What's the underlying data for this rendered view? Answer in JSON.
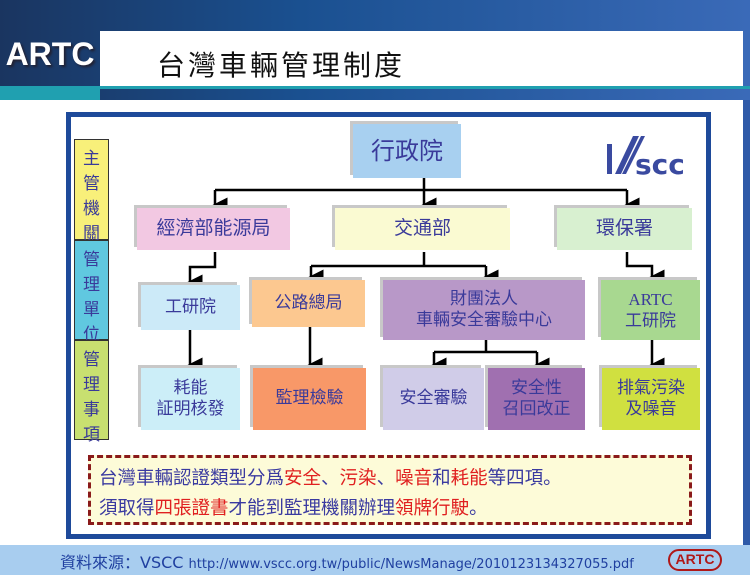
{
  "header": {
    "logo": "ARTC",
    "title": "台灣車輛管理制度"
  },
  "side_labels": [
    {
      "chars": [
        "主",
        "管",
        "機",
        "關"
      ],
      "color": "#f8f07a"
    },
    {
      "chars": [
        "管",
        "理",
        "單",
        "位"
      ],
      "color": "#60c8e0"
    },
    {
      "chars": [
        "管",
        "理",
        "事",
        "項"
      ],
      "color": "#c8e070"
    }
  ],
  "vscc_logo": "VSCC",
  "nodes": {
    "executive": {
      "lines": [
        "行政院"
      ],
      "color": "#a8d0f0"
    },
    "moea": {
      "lines": [
        "經濟部能源局"
      ],
      "color": "#f2c8e2"
    },
    "motc": {
      "lines": [
        "交通部"
      ],
      "color": "#fafad2"
    },
    "epa": {
      "lines": [
        "環保署"
      ],
      "color": "#d8f0d0"
    },
    "itri": {
      "lines": [
        "工研院"
      ],
      "color": "#cceaf8"
    },
    "dgh": {
      "lines": [
        "公路總局"
      ],
      "color": "#fcc890"
    },
    "vscc": {
      "lines": [
        "財團法人",
        "車輛安全審驗中心"
      ],
      "color": "#b898c8"
    },
    "artc": {
      "lines": [
        "ARTC",
        "工研院"
      ],
      "color": "#a8d890"
    },
    "energy": {
      "lines": [
        "耗能",
        "証明核發"
      ],
      "color": "#cceef8"
    },
    "inspect": {
      "lines": [
        "監理檢驗"
      ],
      "color": "#f89868"
    },
    "safety": {
      "lines": [
        "安全審驗"
      ],
      "color": "#d0cce8"
    },
    "recall": {
      "lines": [
        "安全性",
        "召回改正"
      ],
      "color": "#a070b0"
    },
    "emission": {
      "lines": [
        "排氣污染",
        "及噪音"
      ],
      "color": "#d0e040"
    }
  },
  "note": {
    "line1": [
      {
        "t": "台灣車輛認證類型分爲",
        "red": false
      },
      {
        "t": "安全",
        "red": true
      },
      {
        "t": "、",
        "red": false
      },
      {
        "t": "污染",
        "red": true
      },
      {
        "t": "、",
        "red": false
      },
      {
        "t": "噪音",
        "red": true
      },
      {
        "t": "和",
        "red": false
      },
      {
        "t": "耗能",
        "red": true
      },
      {
        "t": "等四項。",
        "red": false
      }
    ],
    "line2": [
      {
        "t": "須取得",
        "red": false
      },
      {
        "t": "四張證書",
        "red": true
      },
      {
        "t": "才能到監理機關辦理",
        "red": false
      },
      {
        "t": "領牌行駛",
        "red": true
      },
      {
        "t": "。",
        "red": false
      }
    ]
  },
  "footer": {
    "label": "資料來源：VSCC",
    "url": "http://www.vscc.org.tw/public/NewsManage/2010123134327055.pdf",
    "badge": "ARTC"
  }
}
